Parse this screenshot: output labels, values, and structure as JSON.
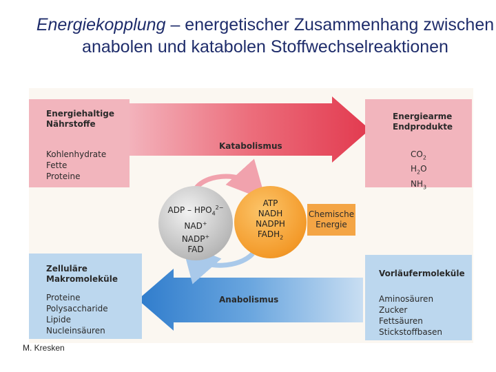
{
  "title": {
    "italic": "Energiekopplung",
    "rest": " – energetischer Zusammenhang zwischen anabolen und katabolen Stoffwechselreaktionen"
  },
  "top_left": {
    "heading_line1": "Energiehaltige",
    "heading_line2": "Nährstoffe",
    "items": [
      "Kohlenhydrate",
      "Fette",
      "Proteine"
    ]
  },
  "top_right": {
    "heading_line1": "Energiearme",
    "heading_line2": "Endprodukte",
    "items": [
      "CO",
      "H",
      "O",
      "NH"
    ]
  },
  "katabolismus_label": "Katabolismus",
  "anabolismus_label": "Anabolismus",
  "gray_circle": {
    "line1_a": "ADP",
    "line1_b": "HPO",
    "line2": "NAD",
    "line3": "NADP",
    "line4": "FAD"
  },
  "orange_circle": {
    "line1": "ATP",
    "line2": "NADH",
    "line3": "NADPH",
    "line4": "FADH"
  },
  "chemische_energie": {
    "line1": "Chemische",
    "line2": "Energie"
  },
  "bottom_left": {
    "heading_line1": "Zelluläre",
    "heading_line2": "Makromoleküle",
    "items": [
      "Proteine",
      "Polysaccharide",
      "Lipide",
      "Nucleinsäuren"
    ]
  },
  "bottom_right": {
    "heading": "Vorläufermoleküle",
    "items": [
      "Aminosäuren",
      "Zucker",
      "Fettsäuren",
      "Stickstoffbasen"
    ]
  },
  "author": "M. Kresken",
  "colors": {
    "katabolismus_arrow": "#e8505f",
    "anabolismus_arrow": "#3f8bd4",
    "pink_box": "#f2b5bd",
    "blue_box": "#bcd7ee",
    "orange": "#f39a2a",
    "title_text": "#1f2d6b"
  }
}
